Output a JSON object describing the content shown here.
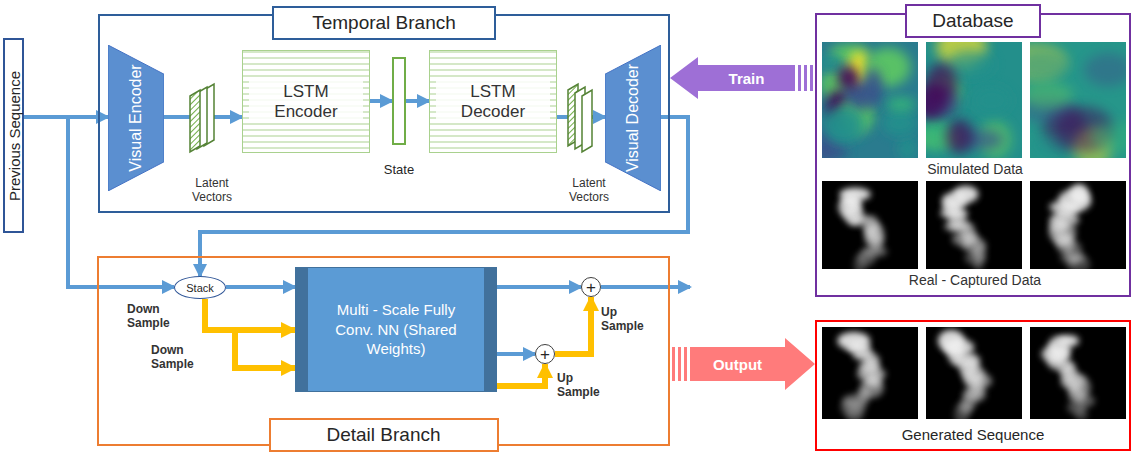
{
  "diagram": {
    "nodes": [
      {
        "text": [
          "Previous Sequence"
        ]
      },
      {
        "text": [
          "Temporal Branch"
        ]
      },
      {
        "text": [
          "Visual Encoder"
        ],
        "in": 1
      },
      {
        "text": [
          "LSTM Encoder"
        ],
        "in": 1
      },
      {
        "text": [
          "State"
        ],
        "in": 1
      },
      {
        "text": [
          "LSTM Decoder"
        ],
        "in": 1
      },
      {
        "text": [
          "Visual Decoder"
        ],
        "in": 1
      },
      {
        "text": [
          "Database"
        ]
      },
      {
        "text": [
          "Detail Branch"
        ]
      },
      {
        "text": [
          "Stack"
        ],
        "in": 8
      },
      {
        "text": [
          "Multi - Scale Fully Conv. NN (Shared Weights)"
        ],
        "in": 8
      },
      {
        "text": [
          "+"
        ],
        "in": 8
      },
      {
        "text": [
          "+"
        ],
        "in": 8
      },
      {
        "text": [
          "Generated Sequence"
        ]
      }
    ],
    "edges": [
      {
        "from": 0,
        "to": 2,
        "arrow": "to"
      },
      {
        "from": 2,
        "to": 3,
        "arrow": "to"
      },
      {
        "from": 3,
        "to": 4,
        "arrow": "to"
      },
      {
        "from": 4,
        "to": 5,
        "arrow": "to"
      },
      {
        "from": 5,
        "to": 6,
        "arrow": "to"
      },
      {
        "from": 6,
        "to": 9,
        "arrow": "to"
      },
      {
        "from": 0,
        "to": 9,
        "arrow": "to"
      },
      {
        "from": 9,
        "to": 10,
        "arrow": "to"
      },
      {
        "from": 9,
        "to": 10,
        "label": "Down Sample",
        "arrow": "to"
      },
      {
        "from": 9,
        "to": 10,
        "label": "Down Sample",
        "arrow": "to"
      },
      {
        "from": 10,
        "to": 11,
        "arrow": "to"
      },
      {
        "from": 10,
        "to": 12,
        "arrow": "to"
      },
      {
        "from": 10,
        "to": 12,
        "label": "Up Sample",
        "arrow": "to"
      },
      {
        "from": 12,
        "to": 11,
        "label": "Up Sample",
        "arrow": "to"
      },
      {
        "from": 7,
        "to": 1,
        "label": "Train",
        "arrow": "to"
      },
      {
        "from": 8,
        "to": 13,
        "label": "Output",
        "arrow": "to"
      }
    ],
    "labels": [
      "Latent Vectors",
      "Latent Vectors",
      "Simulated Data",
      "Real - Captured Data"
    ]
  }
}
